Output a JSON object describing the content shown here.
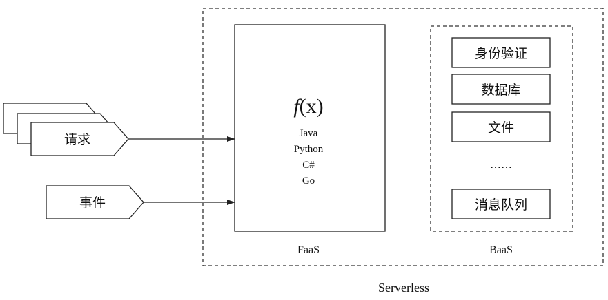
{
  "inputs": {
    "request": "请求",
    "event": "事件"
  },
  "faas": {
    "function": "f(x)",
    "function_name": "f",
    "function_arg": "(x)",
    "languages": [
      "Java",
      "Python",
      "C#",
      "Go"
    ],
    "label": "FaaS"
  },
  "baas": {
    "services": [
      "身份验证",
      "数据库",
      "文件",
      "……",
      "消息队列"
    ],
    "label": "BaaS"
  },
  "serverless": {
    "label": "Serverless"
  }
}
